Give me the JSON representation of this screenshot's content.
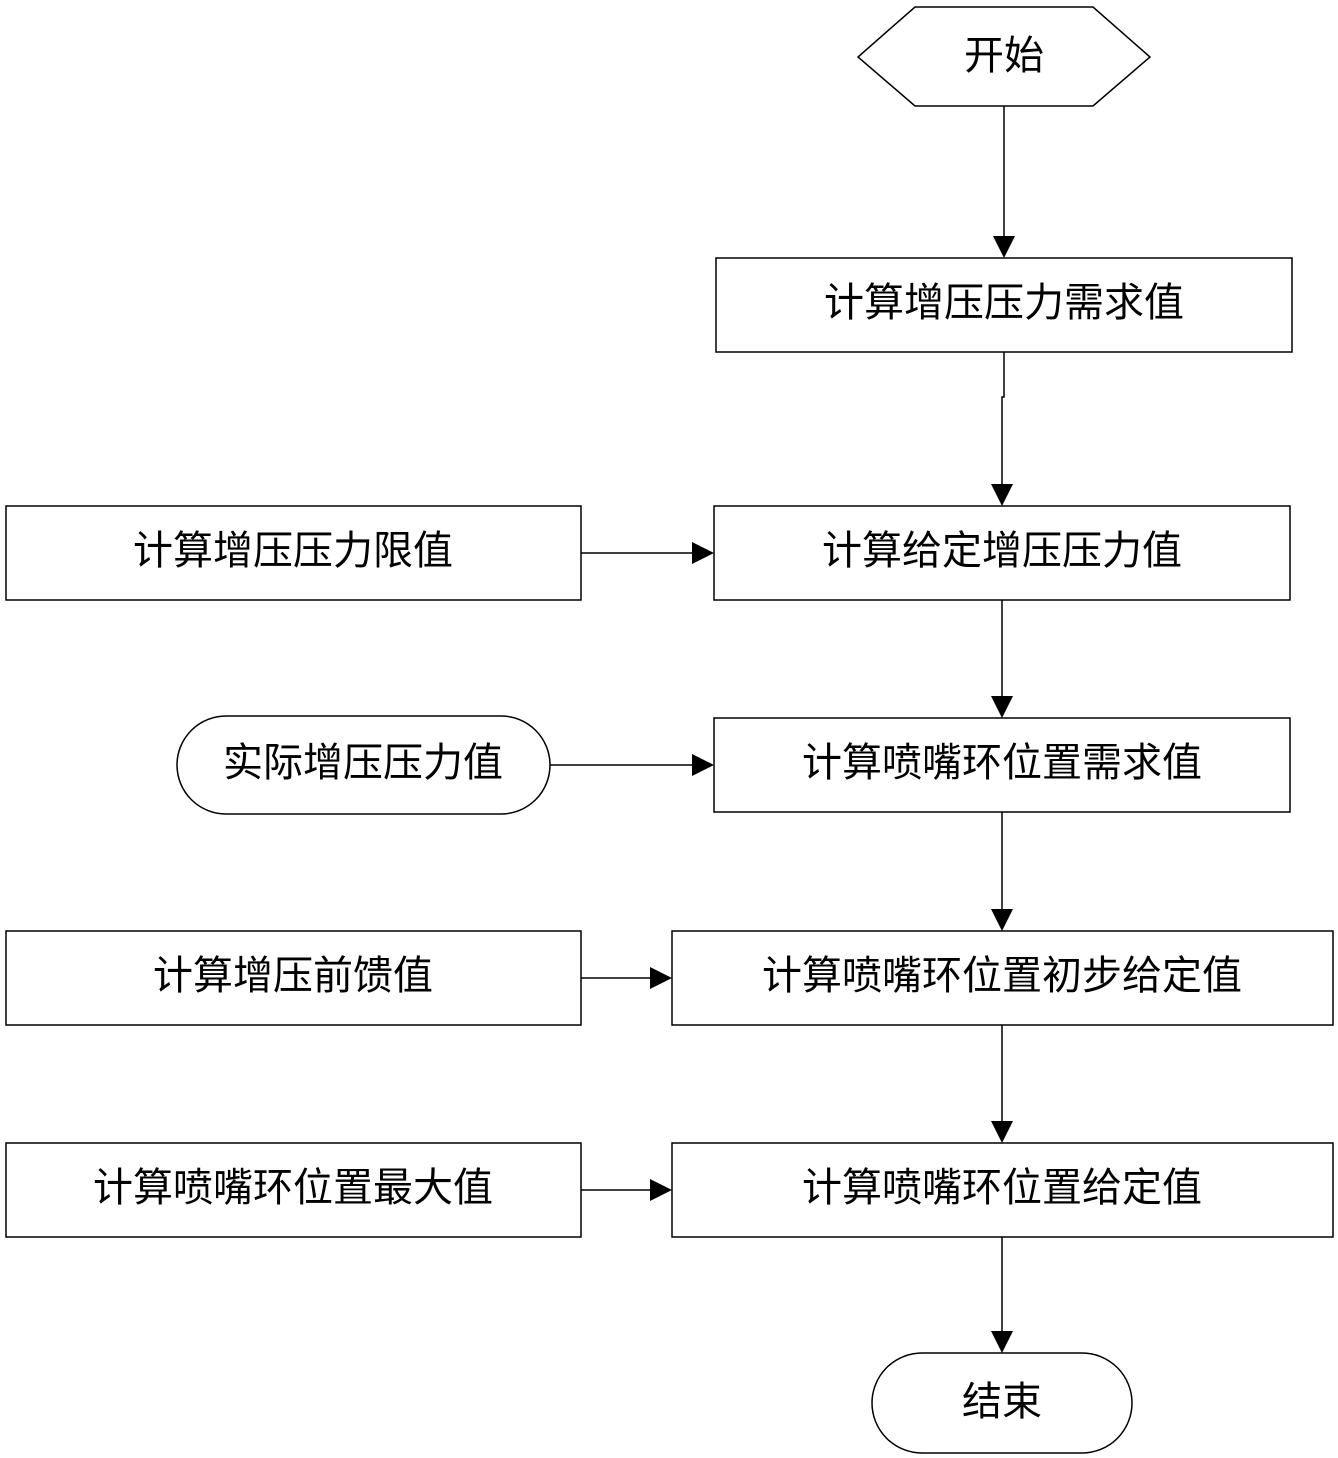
{
  "flowchart": {
    "start": "开始",
    "steps": {
      "boost_pressure_demand": "计算增压压力需求值",
      "boost_pressure_setpoint": "计算给定增压压力值",
      "nozzle_ring_demand": "计算喷嘴环位置需求值",
      "nozzle_ring_preliminary": "计算喷嘴环位置初步给定值",
      "nozzle_ring_setpoint": "计算喷嘴环位置给定值"
    },
    "inputs": {
      "boost_pressure_limit": "计算增压压力限值",
      "actual_boost_pressure": "实际增压压力值",
      "boost_feedforward": "计算增压前馈值",
      "nozzle_ring_max": "计算喷嘴环位置最大值"
    },
    "end": "结束"
  }
}
